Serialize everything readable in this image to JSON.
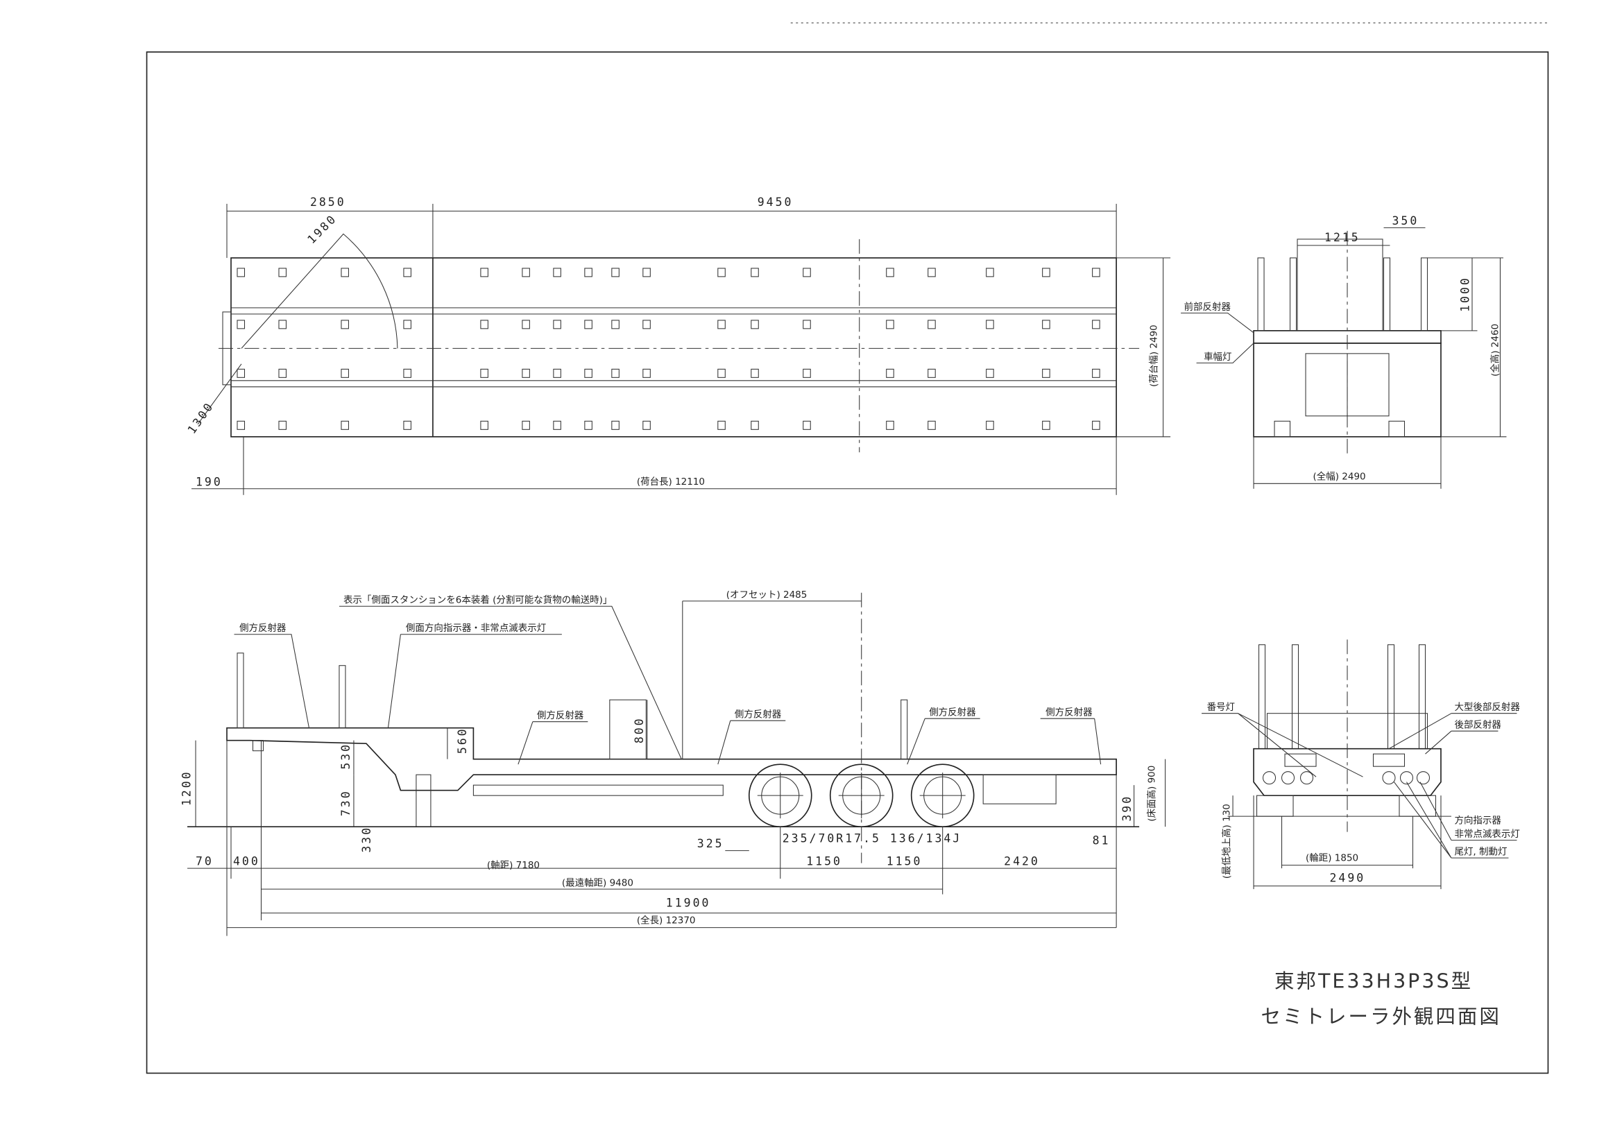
{
  "title": {
    "model": "東邦TE33H3P3S型",
    "subtitle": "セミトレーラ外観四面図"
  },
  "top_view": {
    "dim_front": "2850",
    "dim_rear": "9450",
    "dim_arc_swing": "1980",
    "dim_arc_front": "1300",
    "dim_offset_front": "190",
    "dim_deck_length": "(荷台長) 12110",
    "dim_deck_width": "(荷台幅) 2490"
  },
  "front_view": {
    "dim_stanchion_spacing": "1215",
    "dim_stanchion_offset": "350",
    "dim_stanchion_height": "1000",
    "dim_total_height": "(全高) 2460",
    "dim_total_width": "(全幅) 2490",
    "label_front_reflector": "前部反射器",
    "label_width_lamp": "車幅灯"
  },
  "side_view": {
    "label_display_note": "表示「側面スタンションを6本装着 (分割可能な貨物の輸送時)」",
    "label_side_reflector_1": "側方反射器",
    "label_side_turn_signal": "側面方向指示器・非常点滅表示灯",
    "label_side_reflector_2": "側方反射器",
    "label_side_reflector_3": "側方反射器",
    "label_side_reflector_4": "側方反射器",
    "label_side_reflector_5": "側方反射器",
    "dim_offset": "(オフセット) 2485",
    "dim_1200": "1200",
    "dim_530": "530",
    "dim_730": "730",
    "dim_330": "330",
    "dim_560": "560",
    "dim_800": "800",
    "dim_390": "390",
    "dim_floor_height": "(床面高) 900",
    "dim_325": "325",
    "tire_spec": "235/70R17.5 136/134J",
    "dim_81": "81",
    "dim_70": "70",
    "dim_400": "400",
    "dim_axle_1": "1150",
    "dim_axle_2": "1150",
    "dim_rear_overhang": "2420",
    "dim_wheelbase": "(軸距) 7180",
    "dim_max_wheelbase": "(最遠軸距) 9480",
    "dim_11900": "11900",
    "dim_total_length": "(全長) 12370"
  },
  "rear_view": {
    "label_license_lamp": "番号灯",
    "label_large_rear_reflector": "大型後部反射器",
    "label_rear_reflector": "後部反射器",
    "label_turn_signal": "方向指示器",
    "label_hazard": "非常点滅表示灯",
    "label_tail_brake": "尾灯, 制動灯",
    "dim_ground_clearance": "(最低地上高) 130",
    "dim_track": "(輪距) 1850",
    "dim_width": "2490"
  }
}
